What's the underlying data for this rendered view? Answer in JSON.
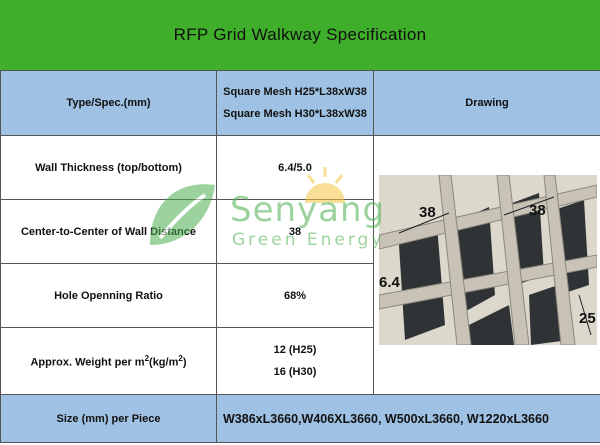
{
  "title": "RFP Grid Walkway Specification",
  "header": {
    "label": "Type/Spec.(mm)",
    "spec_line1": "Square Mesh H25*L38xW38",
    "spec_line2": "Square Mesh H30*L38xW38",
    "drawing": "Drawing"
  },
  "rows": [
    {
      "label": "Wall Thickness (top/bottom)",
      "value": "6.4/5.0"
    },
    {
      "label": "Center-to-Center of Wall Distance",
      "value": "38"
    },
    {
      "label": "Hole Openning Ratio",
      "value": "68%"
    }
  ],
  "weight": {
    "label_pre": "Approx. Weight per m",
    "label_sup1": "2",
    "label_mid": "(kg/m",
    "label_sup2": "2",
    "label_post": ")",
    "value1": "12 (H25)",
    "value2": "16 (H30)"
  },
  "size": {
    "label": "Size (mm) per Piece",
    "value": "W386xL3660,W406XL3660, W500xL3660, W1220xL3660"
  },
  "drawing_labels": {
    "top_left": "38",
    "top_right": "38",
    "left": "6.4",
    "right": "25"
  },
  "watermark": {
    "brand": "Senyang",
    "tagline": "Green Energy"
  },
  "colors": {
    "title_bg": "#3fae2a",
    "header_bg": "#9fc1e3",
    "watermark": "#4caf50"
  }
}
